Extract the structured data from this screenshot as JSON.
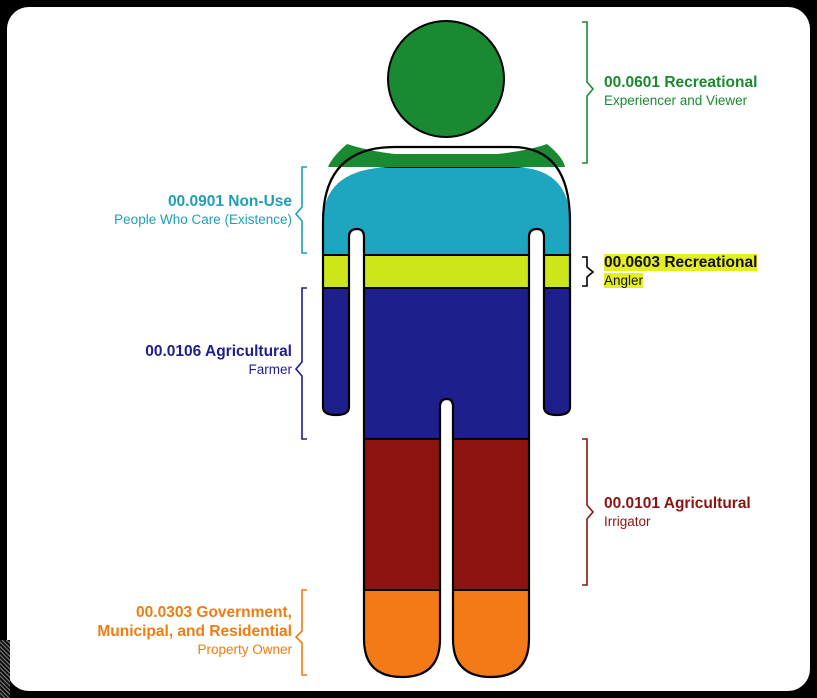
{
  "segments": [
    {
      "id": "recreational-viewer",
      "code": "00.0601 Recreational",
      "role": "Experiencer and Viewer",
      "color": "#1a8a32"
    },
    {
      "id": "non-use",
      "code": "00.0901 Non-Use",
      "role": "People Who Care (Existence)",
      "color": "#1ea6c1"
    },
    {
      "id": "recreational-angler",
      "code": "00.0603 Recreational",
      "role": "Angler",
      "color": "#cde61a"
    },
    {
      "id": "agricultural-farmer",
      "code": "00.0106 Agricultural",
      "role": "Farmer",
      "color": "#1e1e8c"
    },
    {
      "id": "agricultural-irrigator",
      "code": "00.0101 Agricultural",
      "role": "Irrigator",
      "color": "#8b1410"
    },
    {
      "id": "government",
      "code": "00.0303 Government,",
      "code_line2": "Municipal, and Residential",
      "role": "Property Owner",
      "color": "#f47a17"
    }
  ],
  "colors": {
    "label_green": "#1a8a32",
    "label_teal": "#1e9fb8",
    "label_navy": "#1e1e8c",
    "label_red": "#8b1410",
    "label_orange": "#f07c12",
    "angler_text": "#111111",
    "highlight": "#e4ef20",
    "outline": "#000000"
  }
}
